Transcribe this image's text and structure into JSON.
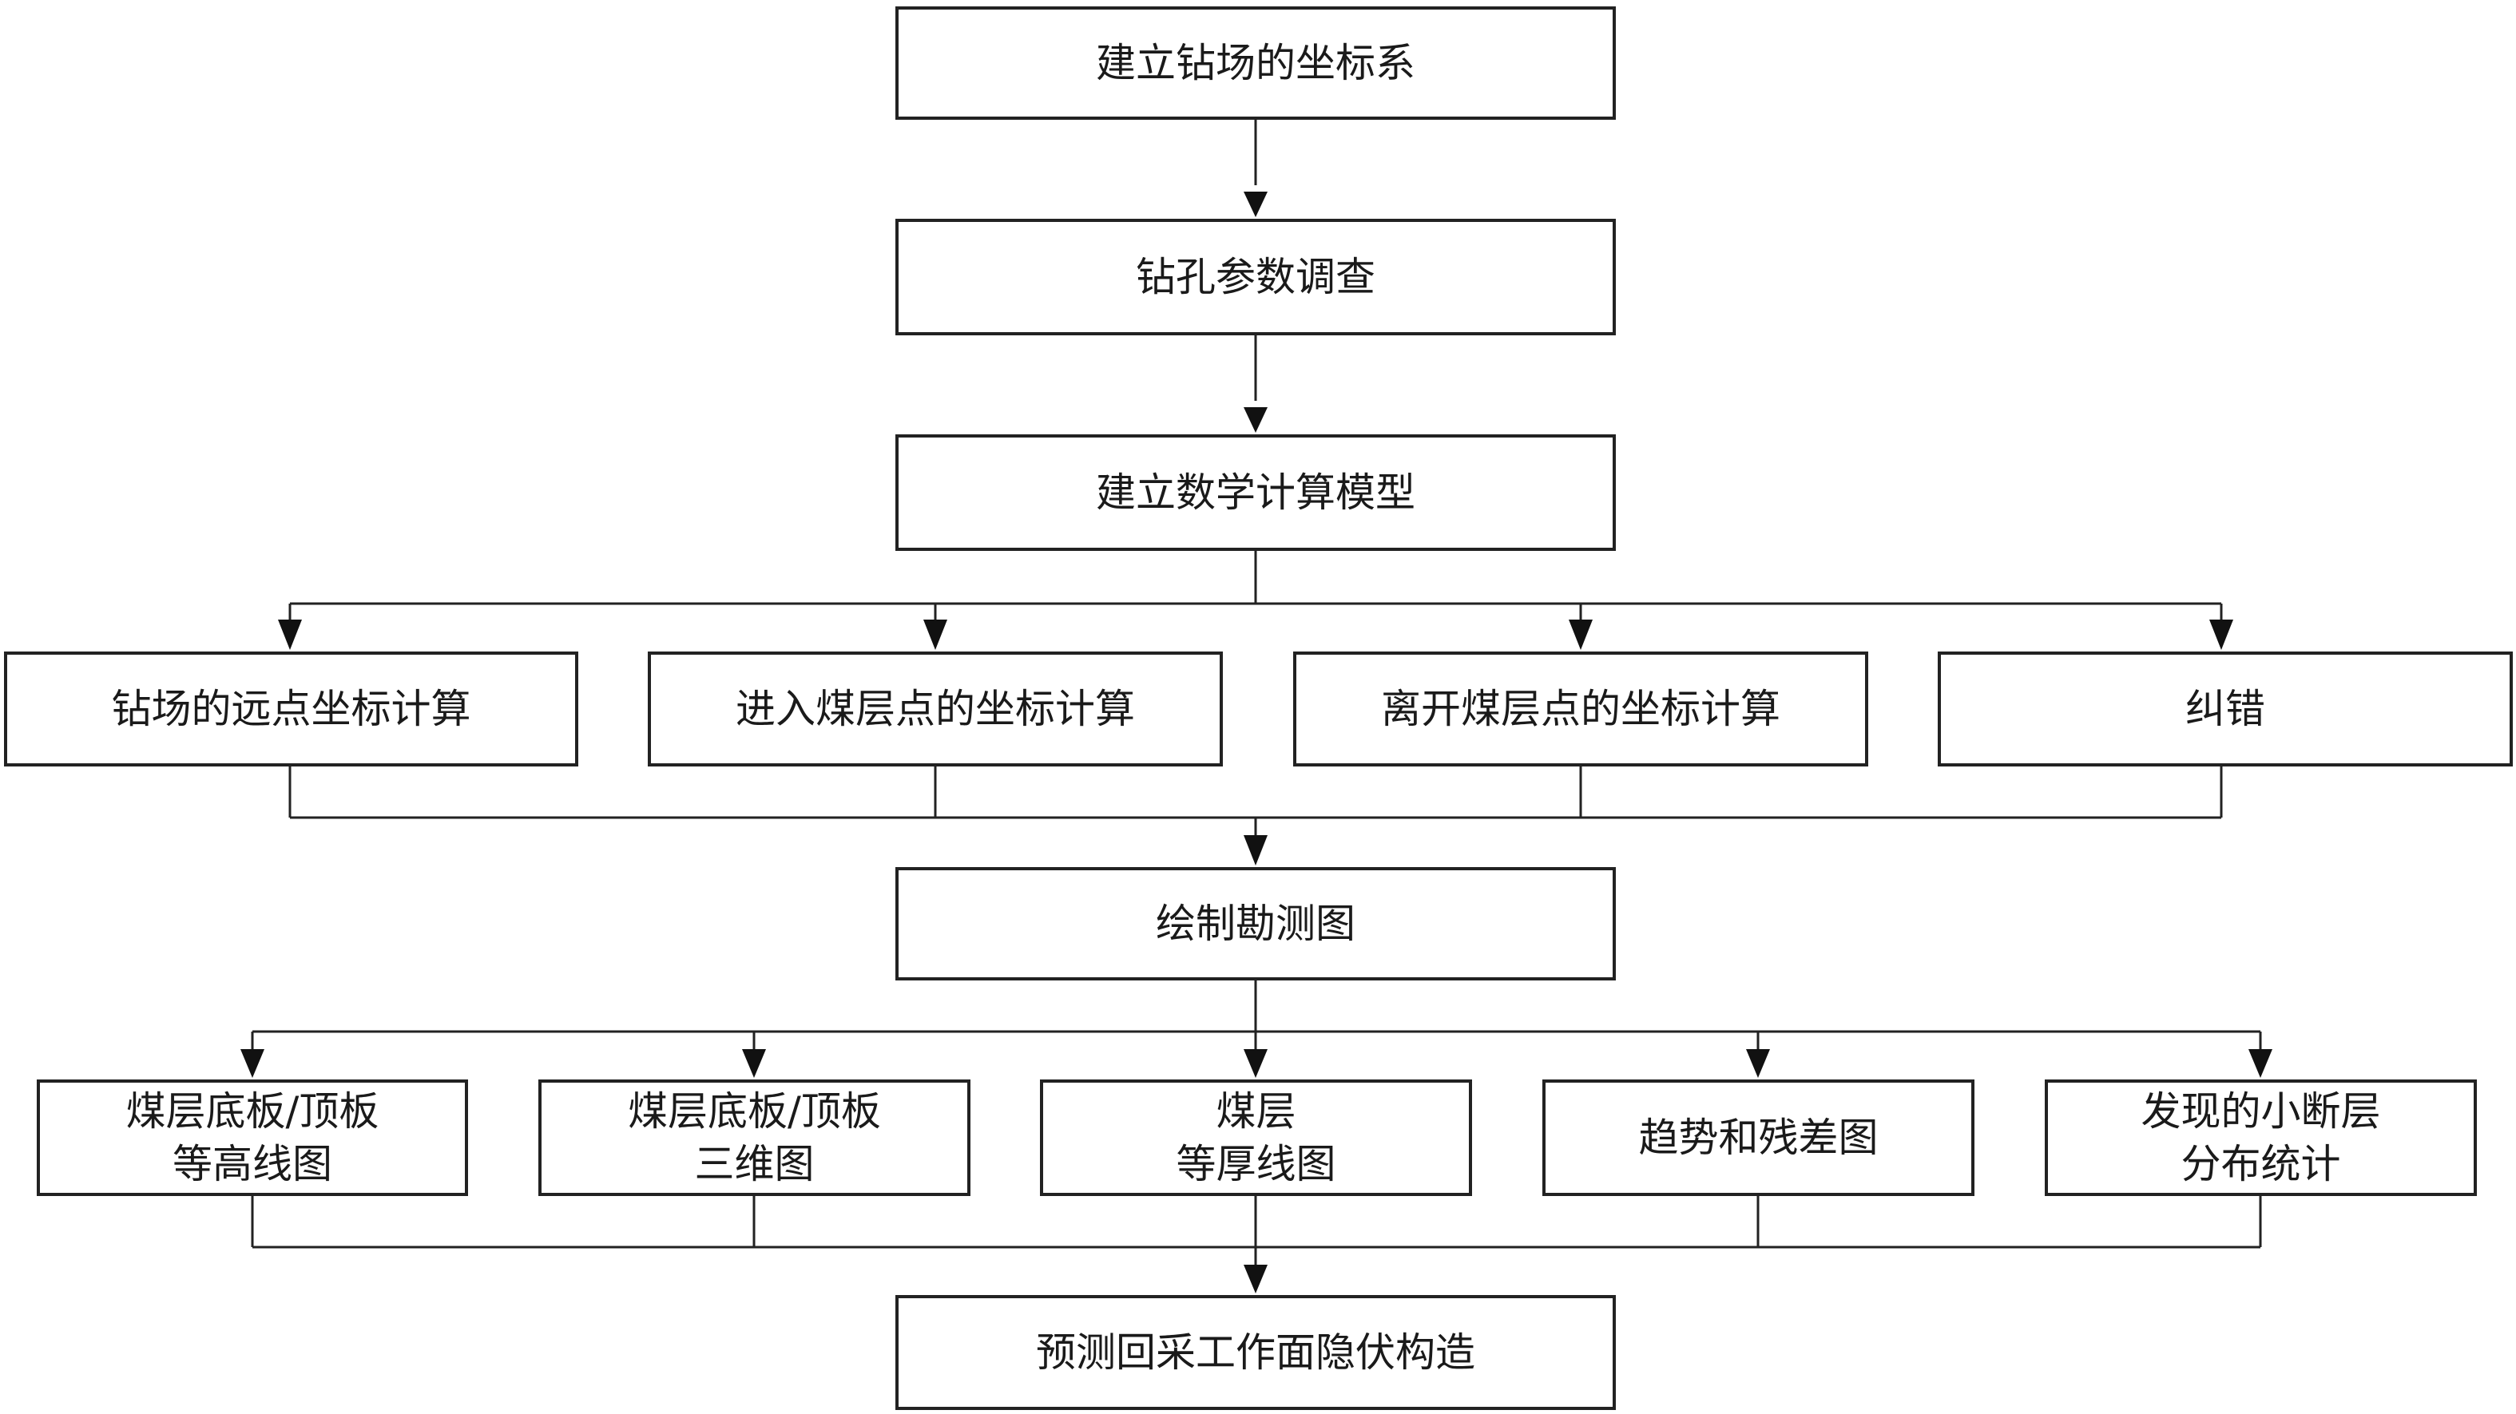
{
  "steps": {
    "s1": "建立钻场的坐标系",
    "s2": "钻孔参数调查",
    "s3": "建立数学计算模型",
    "calc": [
      "钻场的远点坐标计算",
      "进入煤层点的坐标计算",
      "离开煤层点的坐标计算",
      "纠错"
    ],
    "s5": "绘制勘测图",
    "outputs": [
      {
        "line1": "煤层底板/顶板",
        "line2": "等高线图"
      },
      {
        "line1": "煤层底板/顶板",
        "line2": "三维图"
      },
      {
        "line1": "煤层",
        "line2": "等厚线图"
      },
      {
        "line1": "趋势和残差图",
        "line2": ""
      },
      {
        "line1": "发现的小断层",
        "line2": "分布统计"
      }
    ],
    "s7": "预测回采工作面隐伏构造"
  }
}
